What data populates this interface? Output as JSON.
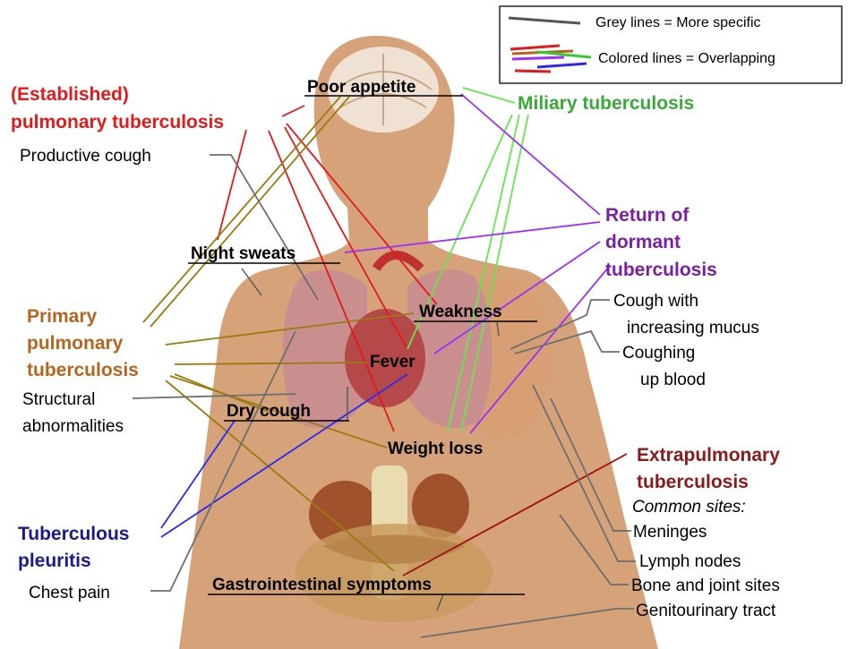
{
  "legend": {
    "grey_label": "Grey lines = More specific",
    "colored_label": "Colored lines = Overlapping"
  },
  "colors": {
    "established": "#e31a1c",
    "miliary": "#39a939",
    "return": "#7b1fa2",
    "primary": "#b5651d",
    "pleuritis": "#1a1a8c",
    "extrapulmonary": "#8b1a1a",
    "grey_line": "#6e6e6e",
    "miliary_line": "#66e64d",
    "return_line": "#9b30ff",
    "primary_line": "#9a7b10",
    "pleuritis_line": "#2a2af0",
    "extra_line": "#a01010",
    "body_skin": "#d9a67a"
  },
  "categories": {
    "established": [
      "(Established)",
      "pulmonary tuberculosis"
    ],
    "miliary": "Miliary tuberculosis",
    "return": [
      "Return of",
      "dormant",
      "tuberculosis"
    ],
    "primary": [
      "Primary",
      "pulmonary",
      "tuberculosis"
    ],
    "pleuritis": [
      "Tuberculous",
      "pleuritis"
    ],
    "extrapulmonary": [
      "Extrapulmonary",
      "tuberculosis"
    ],
    "common_sites": "Common sites:"
  },
  "symptoms": {
    "poor_appetite": "Poor appetite",
    "night_sweats": "Night sweats",
    "weakness": "Weakness",
    "fever": "Fever",
    "dry_cough": "Dry cough",
    "weight_loss": "Weight loss",
    "gi": "Gastrointestinal symptoms"
  },
  "specific": {
    "productive_cough": "Productive cough",
    "structural": [
      "Structural",
      "abnormalities"
    ],
    "chest_pain": "Chest pain",
    "cough_mucus": [
      "Cough with",
      "increasing mucus"
    ],
    "coughing_blood": [
      "Coughing",
      "up blood"
    ],
    "meninges": "Meninges",
    "lymph_nodes": "Lymph nodes",
    "bone_joint": "Bone and joint sites",
    "genitourinary": "Genitourinary tract"
  }
}
